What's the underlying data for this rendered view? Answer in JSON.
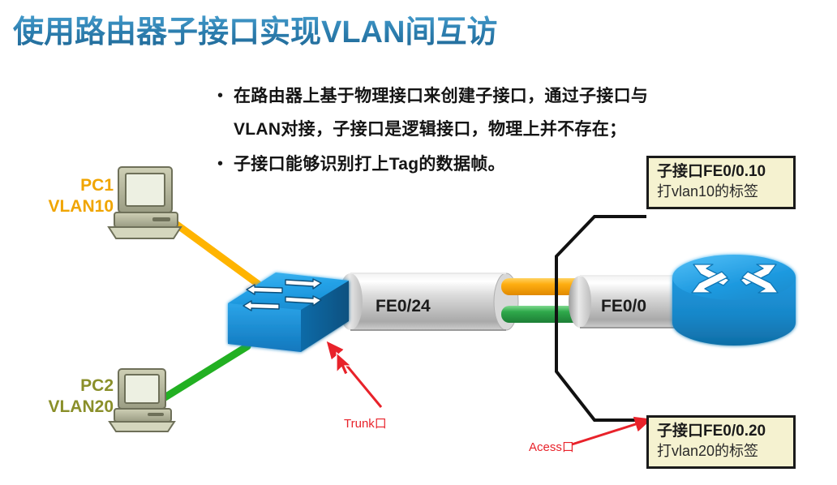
{
  "slide": {
    "title": "使用路由器子接口实现VLAN间互访",
    "title_color": "#2d7fb0",
    "background": "#ffffff"
  },
  "bullets": {
    "marker": "•",
    "items": [
      "在路由器上基于物理接口来创建子接口，通过子接口与VLAN对接，子接口是逻辑接口，物理上并不存在；",
      "子接口能够识别打上Tag的数据帧。"
    ]
  },
  "diagram": {
    "pc1": {
      "name": "PC1",
      "vlan": "VLAN10",
      "color": "#f0a500",
      "icon": "computer-icon",
      "link_color": "#ffb400"
    },
    "pc2": {
      "name": "PC2",
      "vlan": "VLAN20",
      "color": "#8a8f2a",
      "icon": "computer-icon",
      "link_color": "#22b022"
    },
    "switch": {
      "icon": "switch-icon",
      "color": "#1f9ae0"
    },
    "router": {
      "icon": "router-icon",
      "color": "#1f9ae0"
    },
    "trunk_link": {
      "label": "FE0/24",
      "color": "#c9c9c9"
    },
    "router_link": {
      "label": "FE0/0",
      "color": "#c9c9c9"
    },
    "subinterface_links": [
      {
        "vlan": "vlan10",
        "color": "#f7a800"
      },
      {
        "vlan": "vlan20",
        "color": "#36a94a"
      }
    ]
  },
  "callouts": {
    "top": {
      "line1": "子接口FE0/0.10",
      "line2": "打vlan10的标签",
      "fill": "#f5f2d0",
      "border": "#1a1a1a"
    },
    "bottom": {
      "line1": "子接口FE0/0.20",
      "line2": "打vlan20的标签",
      "fill": "#f5f2d0",
      "border": "#1a1a1a"
    }
  },
  "annotations": {
    "color": "#e8222a",
    "trunk": {
      "label": "Trunk口"
    },
    "acess": {
      "label": "Acess口"
    }
  }
}
